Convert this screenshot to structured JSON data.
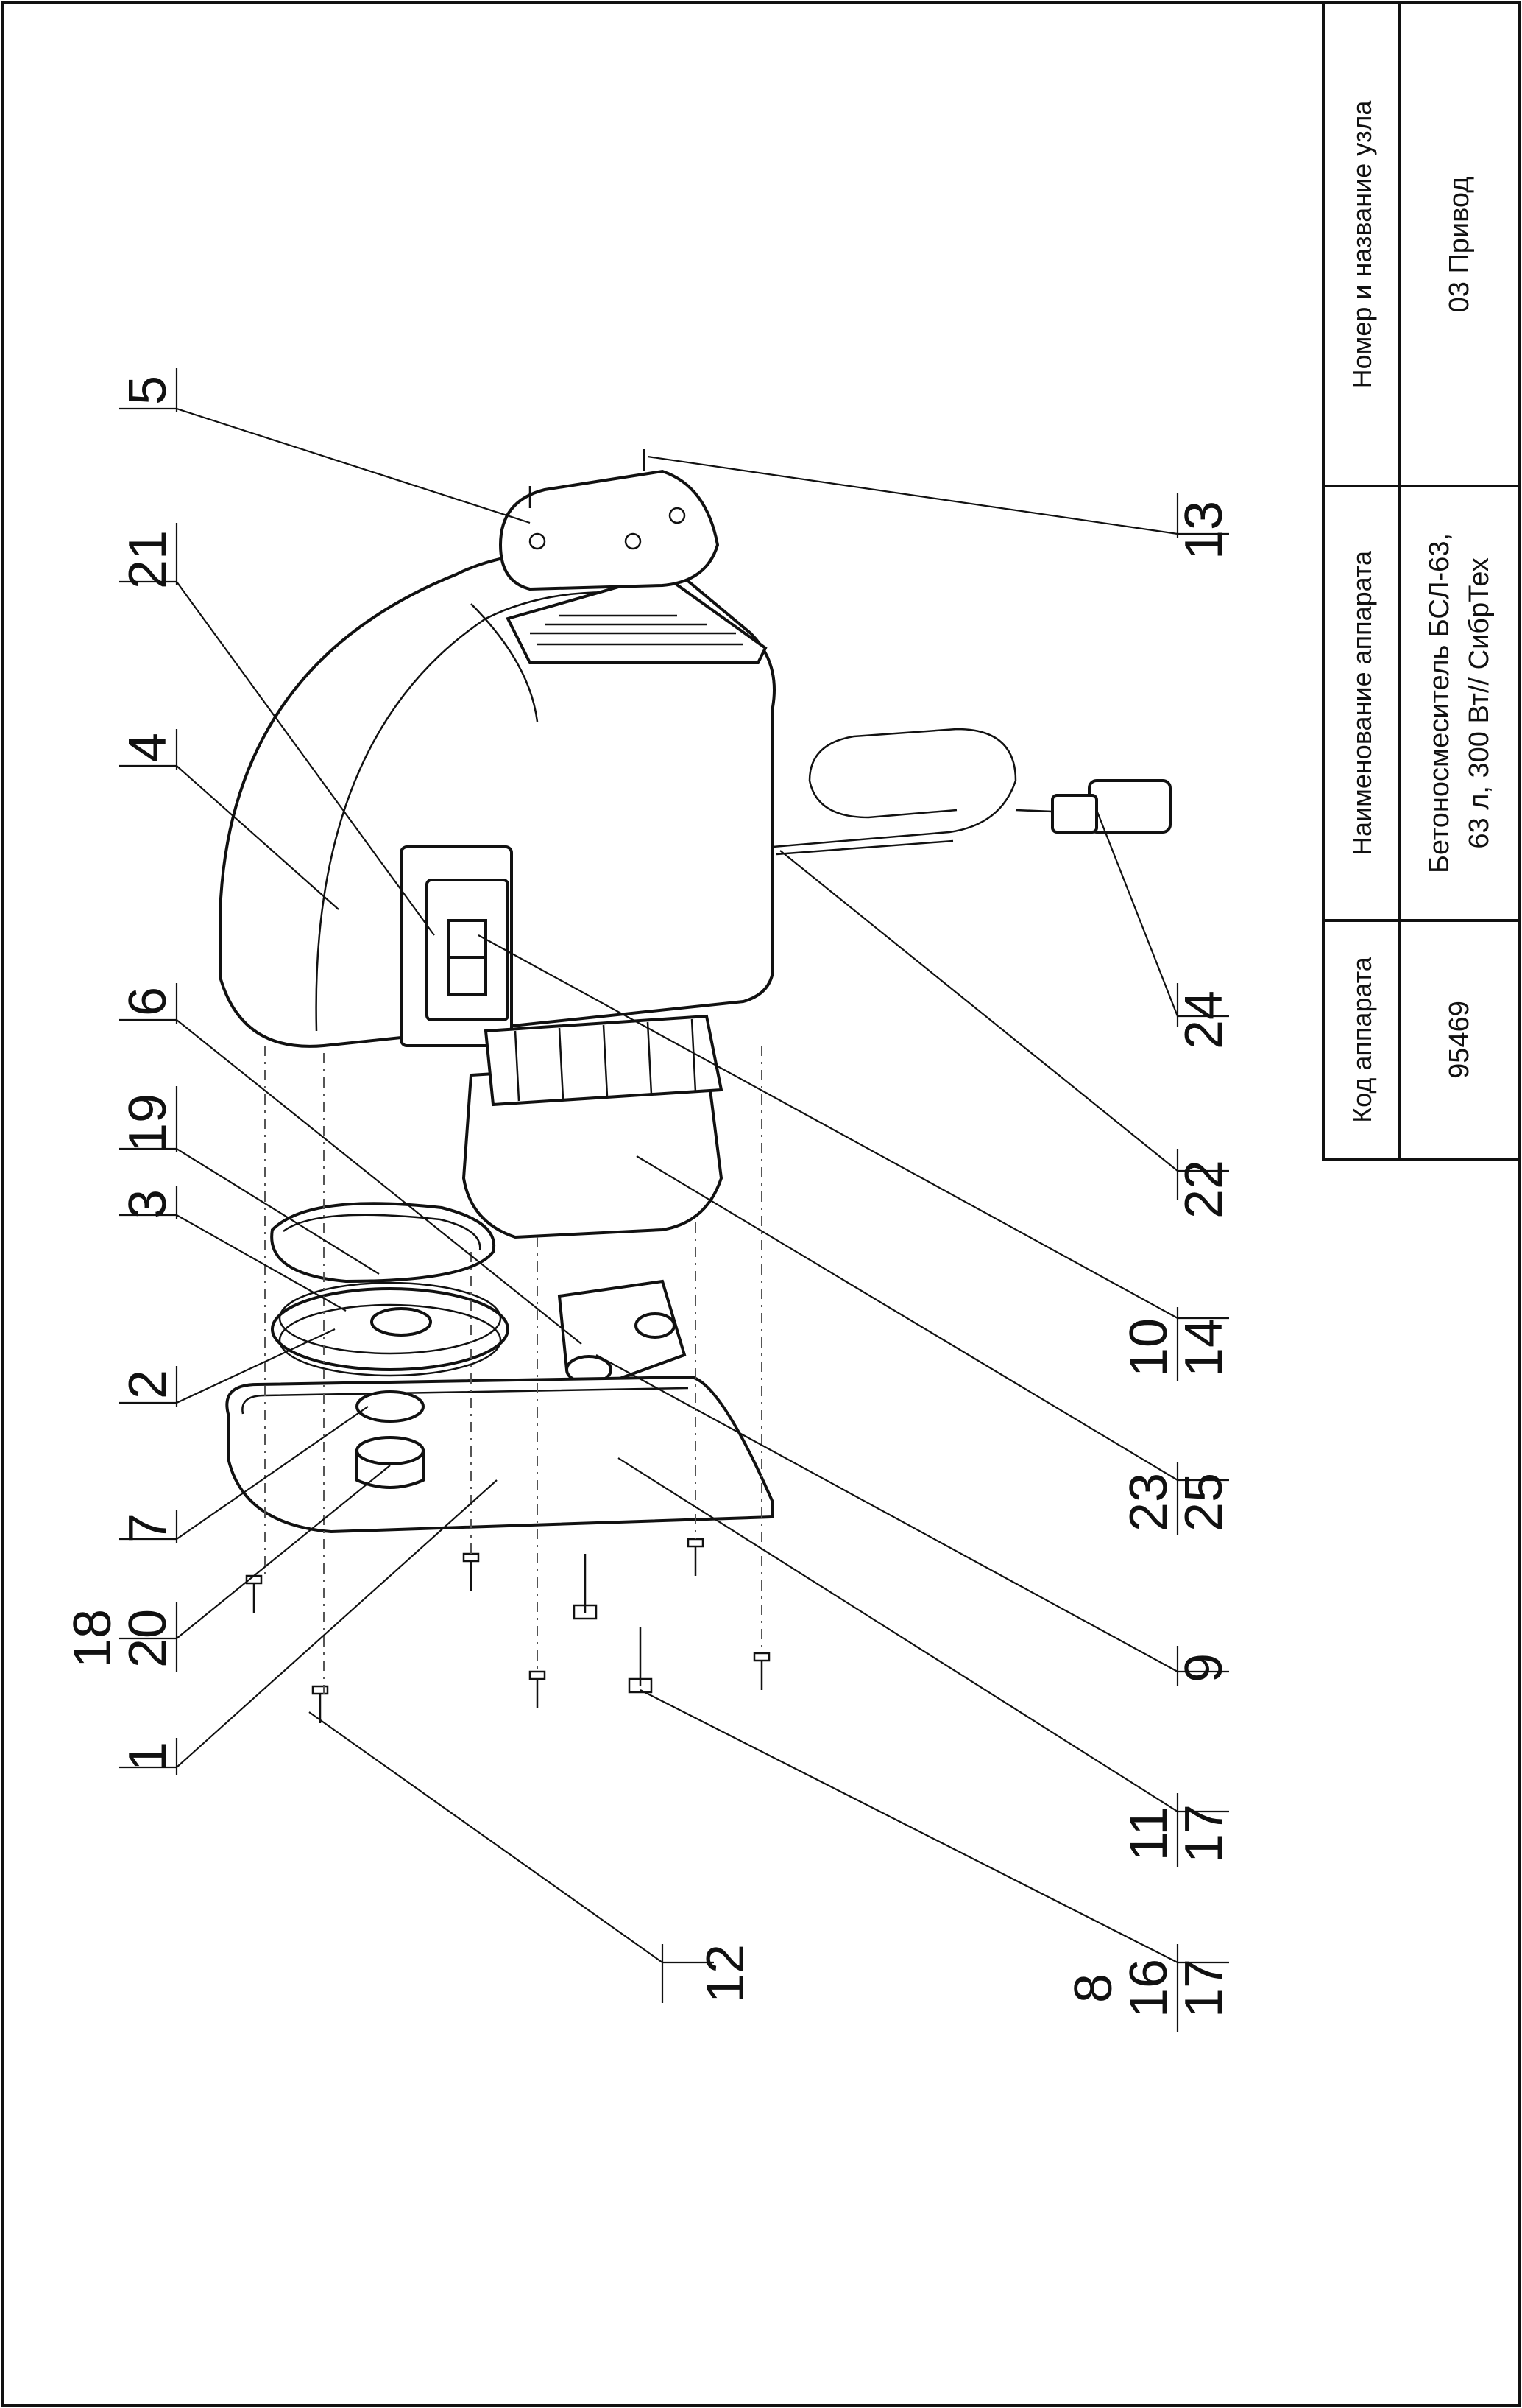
{
  "title_block": {
    "headers": {
      "code": "Код аппарата",
      "device": "Наименование аппарата",
      "node": "Номер и название узла"
    },
    "values": {
      "code": "95469",
      "device_line1": "Бетоносмеситель БСЛ-63,",
      "device_line2": "63 л, 300 Вт// СибрТех",
      "node": "03 Привод"
    }
  },
  "callouts": {
    "c5": "5",
    "c21": "21",
    "c4": "4",
    "c6": "6",
    "c19": "19",
    "c3": "3",
    "c2": "2",
    "c7": "7",
    "c18": "18",
    "c20": "20",
    "c1": "1",
    "c13": "13",
    "c24": "24",
    "c22": "22",
    "c10": "10",
    "c14": "14",
    "c23": "23",
    "c25": "25",
    "c9": "9",
    "c11": "11",
    "c17a": "17",
    "c12": "12",
    "c8": "8",
    "c16": "16",
    "c17b": "17"
  }
}
